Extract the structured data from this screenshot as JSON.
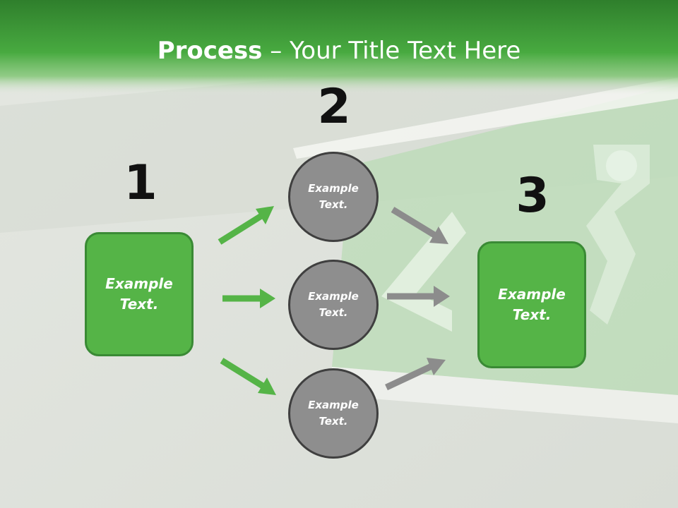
{
  "title": {
    "bold": "Process",
    "rest": " – Your Title Text Here"
  },
  "colors": {
    "banner": "#3fa338",
    "green_box": "#55b447",
    "green_border": "#3a8a35",
    "circle_fill": "#8e8e8e",
    "circle_border": "#3f3f3f",
    "green_arrow": "#55b447",
    "gray_arrow": "#8c8c8c"
  },
  "steps": {
    "step1": {
      "number": "1",
      "label": "Example\nText."
    },
    "step2": {
      "number": "2",
      "circles": [
        {
          "label": "Example\nText."
        },
        {
          "label": "Example\nText."
        },
        {
          "label": "Example\nText."
        }
      ]
    },
    "step3": {
      "number": "3",
      "label": "Example\nText."
    }
  },
  "background": {
    "image": "exit-sign-photo"
  }
}
